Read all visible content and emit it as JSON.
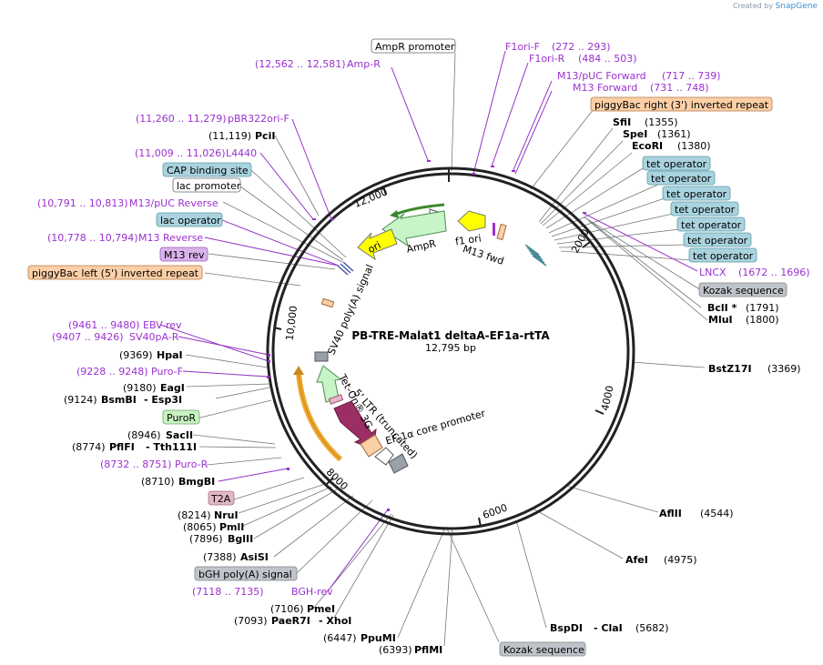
{
  "credit": {
    "created_by": "Created by",
    "app": "SnapGene"
  },
  "plasmid": {
    "name": "PB-TRE-Malat1 deltaA-EF1a-rtTA",
    "size_label": "12,795 bp"
  },
  "ticks": [
    "2000",
    "4000",
    "6000",
    "8000",
    "10,000",
    "12,000"
  ],
  "inner_labels": {
    "f1ori": "f1 ori",
    "m13fwd": "M13 fwd",
    "ampr": "AmpR",
    "ori": "ori",
    "sv40": "SV40 poly(A) signal",
    "ltr": "5' LTR (truncated)",
    "teton": "Tet-On® 3G",
    "ef1a": "EF-1α core promoter"
  },
  "labels": {
    "ampr_promoter": "AmpR promoter",
    "ampr_primer_pos": "(12,562 .. 12,581)",
    "ampr_primer": "Amp-R",
    "f1orif": "F1ori-F",
    "f1orif_pos": "(272 .. 293)",
    "f1orir": "F1ori-R",
    "f1orir_pos": "(484 .. 503)",
    "m13puc": "M13/pUC Forward",
    "m13puc_pos": "(717 .. 739)",
    "m13f": "M13 Forward",
    "m13f_pos": "(731 .. 748)",
    "pb_right": "piggyBac right (3') inverted repeat",
    "sfi": "SfiI",
    "sfi_pos": "(1355)",
    "spe": "SpeI",
    "spe_pos": "(1361)",
    "eco": "EcoRI",
    "eco_pos": "(1380)",
    "tetop": "tet operator",
    "lncx": "LNCX",
    "lncx_pos": "(1672 .. 1696)",
    "kozak": "Kozak sequence",
    "bcl": "BclI *",
    "bcl_pos": "(1791)",
    "mlu": "MluI",
    "mlu_pos": "(1800)",
    "bst": "BstZ17I",
    "bst_pos": "(3369)",
    "afl": "AflII",
    "afl_pos": "(4544)",
    "afe": "AfeI",
    "afe_pos": "(4975)",
    "bsp": "BspDI",
    "cla": "- ClaI",
    "bsp_pos": "(5682)",
    "kozak2": "Kozak sequence",
    "pfl": "PflMI",
    "pfl_pos": "(6393)",
    "ppu": "PpuMI",
    "ppu_pos": "(6447)",
    "pae": "PaeR7I",
    "xho": "- XhoI",
    "pae_pos": "(7093)",
    "pme": "PmeI",
    "pme_pos": "(7106)",
    "bghrev": "BGH-rev",
    "bghrev_pos": "(7118 .. 7135)",
    "bgh": "bGH poly(A) signal",
    "asi": "AsiSI",
    "asi_pos": "(7388)",
    "bgl": "BglII",
    "bgl_pos": "(7896)",
    "pml": "PmlI",
    "pml_pos": "(8065)",
    "nru": "NruI",
    "nru_pos": "(8214)",
    "t2a": "T2A",
    "bmg": "BmgBI",
    "bmg_pos": "(8710)",
    "purorev": "Puro-R",
    "purorev_pos": "(8732 .. 8751)",
    "pfl1": "PflFI",
    "tth": "- Tth111I",
    "pfl1_pos": "(8774)",
    "sac": "SacII",
    "sac_pos": "(8946)",
    "puror": "PuroR",
    "bsm": "BsmBI",
    "esp": "- Esp3I",
    "bsm_pos": "(9124)",
    "eag": "EagI",
    "eag_pos": "(9180)",
    "purof": "Puro-F",
    "purof_pos": "(9228 .. 9248)",
    "hpa": "HpaI",
    "hpa_pos": "(9369)",
    "sv40pa": "SV40pA-R",
    "sv40pa_pos": "(9407 .. 9426)",
    "ebv": "EBV-rev",
    "ebv_pos": "(9461 .. 9480)",
    "pb_left": "piggyBac left (5') inverted repeat",
    "m13rev": "M13 rev",
    "m13r": "M13 Reverse",
    "m13r_pos": "(10,778 .. 10,794)",
    "lacop": "lac operator",
    "m13pucr": "M13/pUC Reverse",
    "m13pucr_pos": "(10,791 .. 10,813)",
    "lacpro": "lac promoter",
    "cap": "CAP binding site",
    "l4440": "L4440",
    "l4440_pos": "(11,009 .. 11,026)",
    "pci": "PciI",
    "pci_pos": "(11,119)",
    "pbr": "pBR322ori-F",
    "pbr_pos": "(11,260 .. 11,279)"
  },
  "colors": {
    "primer": "#9b30d0",
    "tet_operator_box": "#a9d3de",
    "piggybac_box": "#fdcfa6",
    "white_box": "#ffffff",
    "m13rev_box": "#d9b3ea",
    "t2a_box": "#e3b7c7",
    "puror_box": "#c9f2c2",
    "kozak_box": "#bfc4ca"
  }
}
